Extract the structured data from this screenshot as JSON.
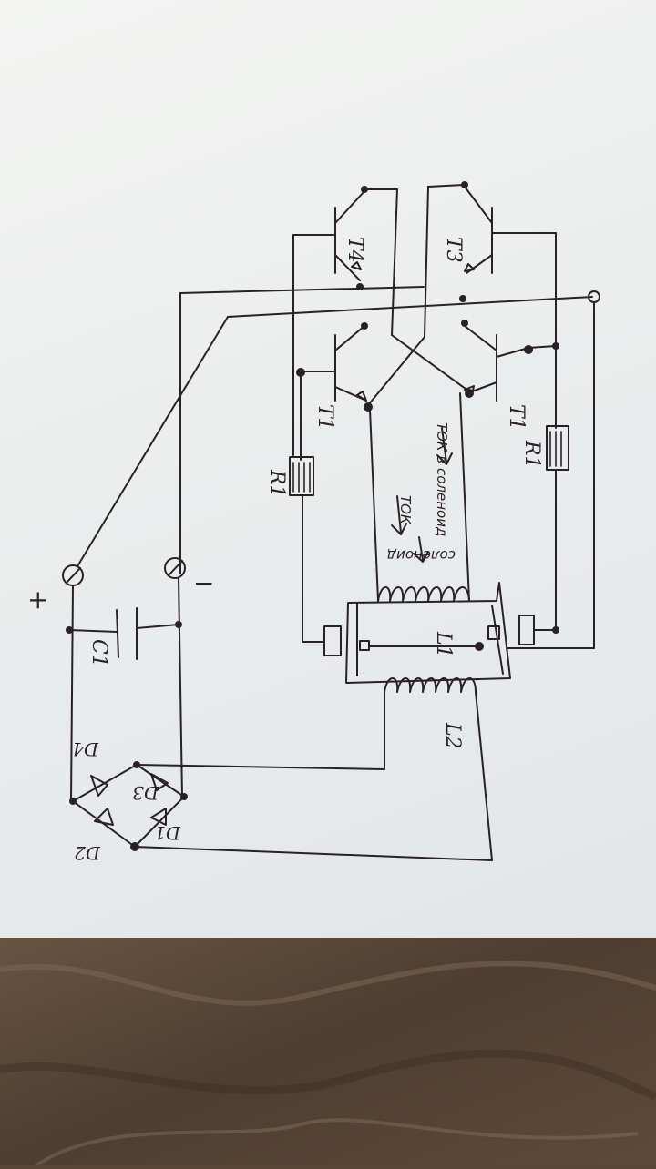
{
  "labels": {
    "t4": "T4",
    "t3": "T3",
    "t1_left": "T1",
    "t1_right": "T1",
    "r1_left": "R1",
    "r1_right": "R1",
    "l1": "L1",
    "l2": "L2",
    "c1": "C1",
    "d1": "D1",
    "d2": "D2",
    "d3": "D3",
    "d4": "D4",
    "plus": "+",
    "minus": "−",
    "tok_solenoid": "ТОК в соленоид",
    "tok": "ТОК",
    "solenoid": "соленоид"
  },
  "colors": {
    "ink": "#2a2126",
    "paper": "#eceeed",
    "table": "#5a4636"
  }
}
